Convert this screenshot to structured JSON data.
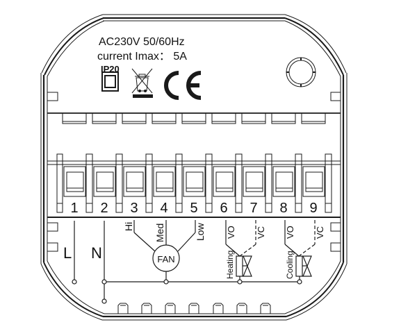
{
  "ratings": {
    "line1": "AC230V 50/60Hz",
    "line2": "current Imax： 5A"
  },
  "marks": {
    "ip_rating": "IP20",
    "weee_icon": "crossed-out-bin",
    "ce_mark": "CE"
  },
  "terminals": [
    {
      "number": "1",
      "connection": "L"
    },
    {
      "number": "2",
      "connection": "N"
    },
    {
      "number": "3",
      "connection": "Hi"
    },
    {
      "number": "4",
      "connection": "Med"
    },
    {
      "number": "5",
      "connection": "Low"
    },
    {
      "number": "6",
      "connection": "VO"
    },
    {
      "number": "7",
      "connection": "VC"
    },
    {
      "number": "8",
      "connection": "VO"
    },
    {
      "number": "9",
      "connection": "VC"
    }
  ],
  "labels": {
    "live": "L",
    "neutral": "N",
    "fan": "FAN",
    "fan_hi": "Hi",
    "fan_med": "Med",
    "fan_low": "Low",
    "heating": "Heating",
    "cooling": "Cooling",
    "vo_heat": "VO",
    "vc_heat": "VC",
    "vo_cool": "VO",
    "vc_cool": "VC"
  },
  "colors": {
    "line": "#1a1a1a",
    "background": "#ffffff"
  }
}
